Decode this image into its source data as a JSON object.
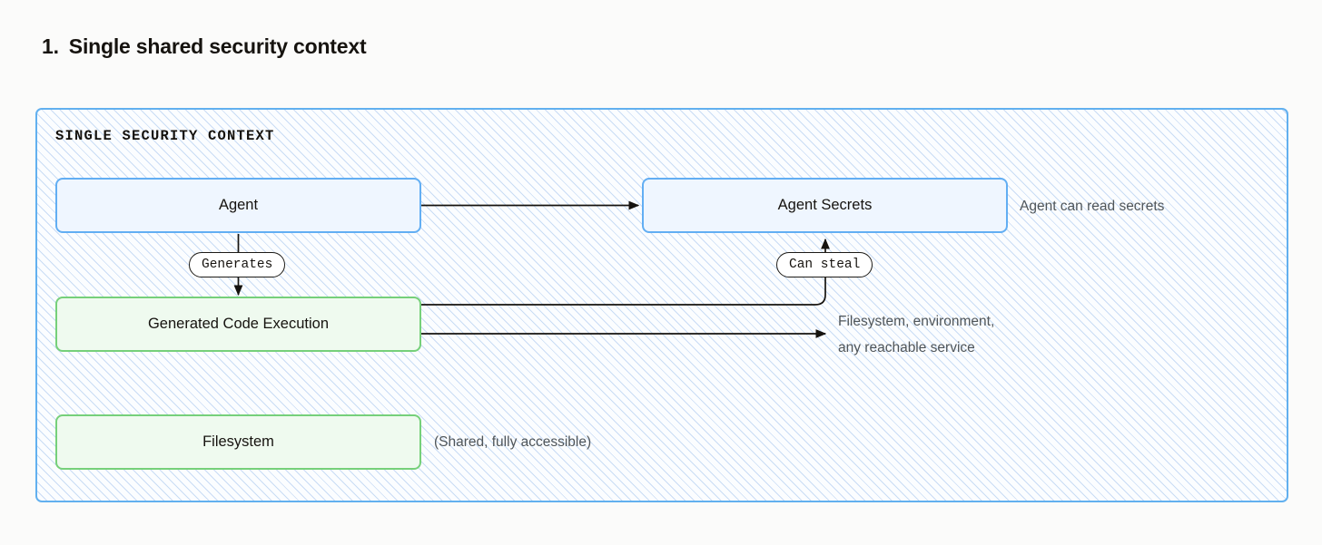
{
  "title": {
    "number": "1.",
    "text": "Single shared security context"
  },
  "container": {
    "label": "SINGLE SECURITY CONTEXT"
  },
  "nodes": {
    "agent": "Agent",
    "agent_secrets": "Agent Secrets",
    "generated_code": "Generated Code Execution",
    "filesystem": "Filesystem"
  },
  "edge_labels": {
    "generates": "Generates",
    "can_steal": "Can steal"
  },
  "annotations": {
    "secrets_note": "Agent can read secrets",
    "reach_note_line1": "Filesystem, environment,",
    "reach_note_line2": "any reachable service",
    "filesystem_note": "(Shared, fully accessible)"
  },
  "colors": {
    "page_background": "#fbfbfa",
    "container_border": "#62b0ef",
    "hatch_line": "#c9dcf5",
    "blue_node_fill": "#eff6ff",
    "blue_node_border": "#62aef3",
    "green_node_fill": "#effaef",
    "green_node_border": "#76d07a",
    "connector": "#16130f",
    "annotation_text": "#4f5559",
    "title_text": "#16130f"
  }
}
